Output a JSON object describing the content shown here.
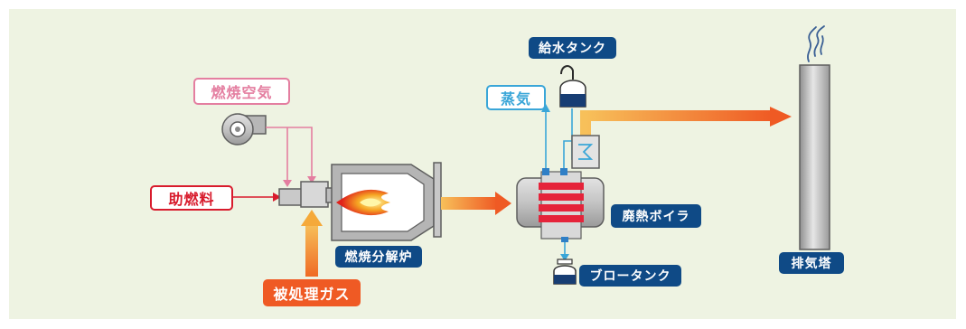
{
  "labels": {
    "combustion_air": "燃焼空気",
    "auxiliary_fuel": "助燃料",
    "treated_gas": "被処理ガス",
    "furnace": "燃焼分解炉",
    "steam": "蒸気",
    "feedwater_tank": "給水タンク",
    "waste_heat_boiler": "廃熱ボイラ",
    "blow_tank": "ブロータンク",
    "exhaust_tower": "排気塔"
  },
  "colors": {
    "background": "#eef3e2",
    "dark_label": "#0f4a86",
    "pink": "#e47ea0",
    "red": "#d81b2c",
    "light_blue": "#3aa6d8",
    "orange": "#ef5a24",
    "flow_orange": "#f08a2a",
    "equipment_gray": "#b9b9b9"
  },
  "icons": [
    "blower-fan-icon",
    "burner-icon",
    "flame-icon",
    "tank-icon",
    "heat-exchanger-icon",
    "smoke-icon"
  ]
}
